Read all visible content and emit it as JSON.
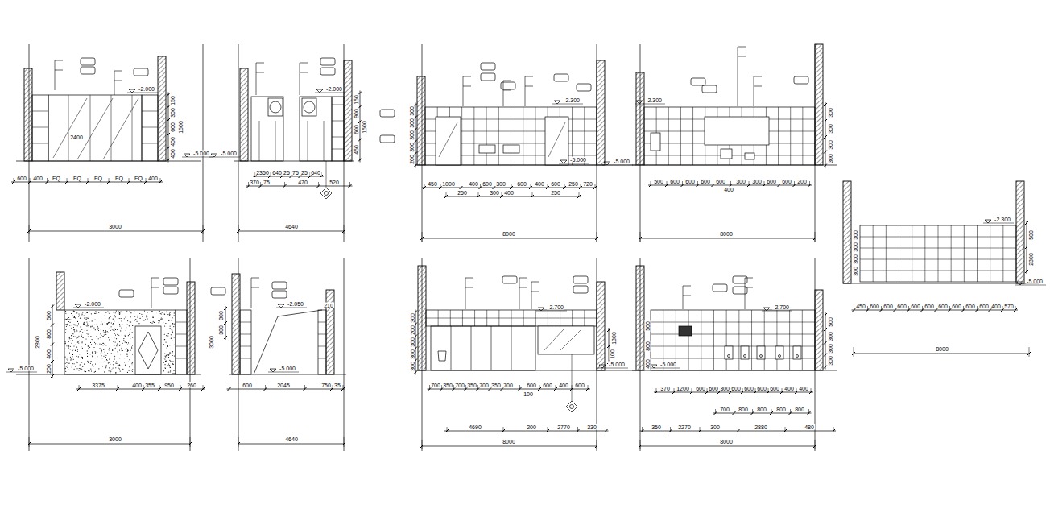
{
  "diagram": {
    "labels": [
      "-2.000",
      "-5.000",
      "600",
      "400",
      "EQ",
      "EQ",
      "EQ",
      "EQ",
      "EQ",
      "400",
      "150",
      "300",
      "600",
      "400",
      "400",
      "1500",
      "2400",
      "3000",
      "-2.000",
      "-5.000",
      "150",
      "900",
      "600",
      "450",
      "1500",
      "2350",
      "640",
      "25",
      "75",
      "25",
      "640",
      "370",
      "75",
      "470",
      "520",
      "4640",
      "-2.300",
      "-5.000",
      "450",
      "1000",
      "400",
      "600",
      "300",
      "600",
      "400",
      "600",
      "250",
      "720",
      "250",
      "300",
      "400",
      "250",
      "300",
      "300",
      "300",
      "300",
      "200",
      "8000",
      "-2.300",
      "-5.000",
      "500",
      "600",
      "600",
      "600",
      "600",
      "300",
      "300",
      "600",
      "600",
      "200",
      "400",
      "300",
      "300",
      "300",
      "300",
      "8000",
      "-2.300",
      "-5.000",
      "300",
      "300",
      "300",
      "300",
      "500",
      "2300",
      "450",
      "600",
      "600",
      "600",
      "600",
      "600",
      "600",
      "600",
      "600",
      "600",
      "400",
      "570",
      "8000",
      "-2.000",
      "-5.000",
      "2800",
      "500",
      "800",
      "400",
      "200",
      "3375",
      "400",
      "355",
      "950",
      "260",
      "3000",
      "-2.050",
      "210",
      "-5.000",
      "300",
      "300",
      "3000",
      "600",
      "2045",
      "750",
      "35",
      "4640",
      "-2.700",
      "-5.000",
      "300",
      "200",
      "300",
      "300",
      "300",
      "1300",
      "100",
      "700",
      "350",
      "700",
      "350",
      "700",
      "350",
      "700",
      "600",
      "600",
      "400",
      "600",
      "100",
      "4690",
      "200",
      "2770",
      "330",
      "8000",
      "-2.700",
      "-5.000",
      "500",
      "300",
      "300",
      "300",
      "500",
      "800",
      "400",
      "370",
      "1200",
      "600",
      "600",
      "300",
      "600",
      "600",
      "600",
      "600",
      "400",
      "400",
      "700",
      "800",
      "800",
      "800",
      "800",
      "350",
      "2270",
      "300",
      "2880",
      "480",
      "8000"
    ]
  }
}
